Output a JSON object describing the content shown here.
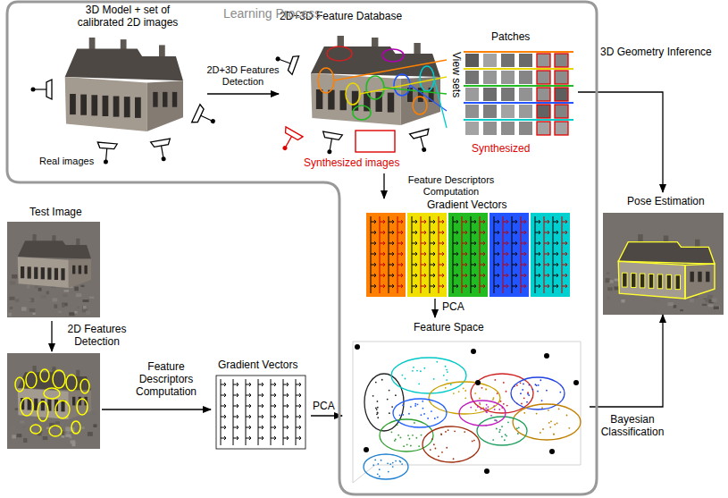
{
  "diagram": {
    "nodes": [
      {
        "text": [
          "Learning Process"
        ]
      },
      {
        "text": [
          "3D Model + set of calibrated 2D images",
          "Real images"
        ],
        "in": 0
      },
      {
        "text": [
          "2D+3D Feature Database",
          "Patches",
          "View sets",
          "Synthesized",
          "Synthesized images"
        ],
        "in": 0
      },
      {
        "text": [
          "Gradient Vectors"
        ],
        "in": 0
      },
      {
        "text": [
          "Feature Space"
        ],
        "in": 0
      },
      {
        "text": [
          "Test Image"
        ]
      },
      {
        "text": [
          "Gradient Vectors"
        ]
      },
      {
        "text": [
          "Pose Estimation"
        ]
      }
    ],
    "edges": [
      {
        "from": 1,
        "to": 2,
        "label": "2D+3D Features Detection",
        "arrow": "to"
      },
      {
        "from": 2,
        "to": 3,
        "label": "Feature Descriptors Computation",
        "arrow": "to"
      },
      {
        "from": 3,
        "to": 4,
        "label": "PCA",
        "arrow": "to"
      },
      {
        "from": 2,
        "to": 7,
        "label": "3D Geometry Inference",
        "arrow": "to"
      },
      {
        "from": 6,
        "to": 4,
        "label": "PCA",
        "arrow": "to"
      },
      {
        "from": 4,
        "to": 7,
        "label": "Bayesian Classification",
        "arrow": "to"
      }
    ],
    "labels": [
      "2D Features Detection",
      "Feature Descriptors Computation"
    ]
  }
}
